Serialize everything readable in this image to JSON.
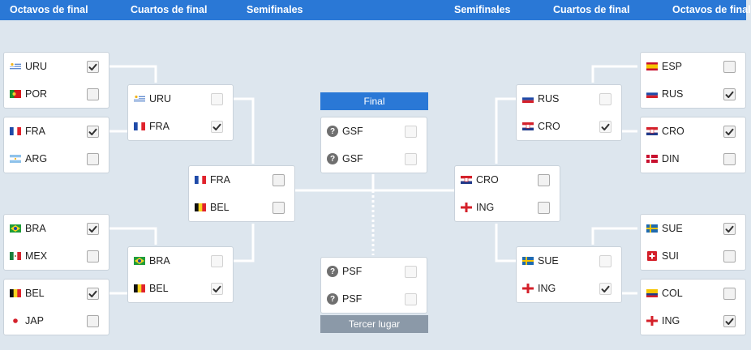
{
  "header": {
    "left": [
      "Octavos de final",
      "Cuartos de final",
      "Semifinales"
    ],
    "right": [
      "Semifinales",
      "Cuartos de final",
      "Octavos de final"
    ]
  },
  "final_label": "Final",
  "third_place_label": "Tercer lugar",
  "colors": {
    "header_bg": "#2a78d6",
    "final_bg": "#2a78d6",
    "third_bg": "#8b99a8",
    "background": "#dde6ee",
    "connector": "#ffffff"
  },
  "matches": {
    "r16_left_1": [
      {
        "code": "URU",
        "flag": "uru",
        "checked": true
      },
      {
        "code": "POR",
        "flag": "por",
        "checked": false
      }
    ],
    "r16_left_2": [
      {
        "code": "FRA",
        "flag": "fra",
        "checked": true
      },
      {
        "code": "ARG",
        "flag": "arg",
        "checked": false
      }
    ],
    "r16_left_3": [
      {
        "code": "BRA",
        "flag": "bra",
        "checked": true
      },
      {
        "code": "MEX",
        "flag": "mex",
        "checked": false
      }
    ],
    "r16_left_4": [
      {
        "code": "BEL",
        "flag": "bel",
        "checked": true
      },
      {
        "code": "JAP",
        "flag": "jap",
        "checked": false
      }
    ],
    "qf_left_1": [
      {
        "code": "URU",
        "flag": "uru",
        "checked": false,
        "dim": true
      },
      {
        "code": "FRA",
        "flag": "fra",
        "checked": true,
        "dim": true
      }
    ],
    "qf_left_2": [
      {
        "code": "BRA",
        "flag": "bra",
        "checked": false,
        "dim": true
      },
      {
        "code": "BEL",
        "flag": "bel",
        "checked": true,
        "dim": true
      }
    ],
    "sf_left": [
      {
        "code": "FRA",
        "flag": "fra",
        "checked": false
      },
      {
        "code": "BEL",
        "flag": "bel",
        "checked": false
      }
    ],
    "final": [
      {
        "code": "GSF",
        "flag": "unknown",
        "checked": false,
        "dim": true
      },
      {
        "code": "GSF",
        "flag": "unknown",
        "checked": false,
        "dim": true
      }
    ],
    "third_place": [
      {
        "code": "PSF",
        "flag": "unknown",
        "checked": false,
        "dim": true
      },
      {
        "code": "PSF",
        "flag": "unknown",
        "checked": false,
        "dim": true
      }
    ],
    "sf_right": [
      {
        "code": "CRO",
        "flag": "cro",
        "checked": false
      },
      {
        "code": "ING",
        "flag": "ing",
        "checked": false
      }
    ],
    "qf_right_1": [
      {
        "code": "RUS",
        "flag": "rus",
        "checked": false,
        "dim": true
      },
      {
        "code": "CRO",
        "flag": "cro",
        "checked": true,
        "dim": true
      }
    ],
    "qf_right_2": [
      {
        "code": "SUE",
        "flag": "sue",
        "checked": false,
        "dim": true
      },
      {
        "code": "ING",
        "flag": "ing",
        "checked": true,
        "dim": true
      }
    ],
    "r16_right_1": [
      {
        "code": "ESP",
        "flag": "esp",
        "checked": false
      },
      {
        "code": "RUS",
        "flag": "rus",
        "checked": true
      }
    ],
    "r16_right_2": [
      {
        "code": "CRO",
        "flag": "cro",
        "checked": true
      },
      {
        "code": "DIN",
        "flag": "din",
        "checked": false
      }
    ],
    "r16_right_3": [
      {
        "code": "SUE",
        "flag": "sue",
        "checked": true
      },
      {
        "code": "SUI",
        "flag": "sui",
        "checked": false
      }
    ],
    "r16_right_4": [
      {
        "code": "COL",
        "flag": "col",
        "checked": false
      },
      {
        "code": "ING",
        "flag": "ing",
        "checked": true
      }
    ]
  }
}
